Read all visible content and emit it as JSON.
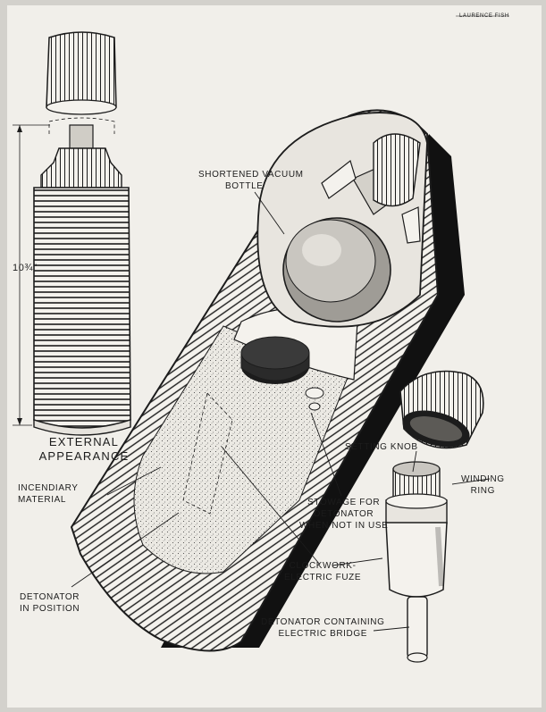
{
  "signature": "LAURENCE FISH",
  "dimension": "10¾\"",
  "labels": {
    "external_1": "EXTERNAL",
    "external_2": "APPEARANCE",
    "vacuum_1": "SHORTENED VACUUM",
    "vacuum_2": "BOTTLE",
    "incendiary_1": "INCENDIARY",
    "incendiary_2": "MATERIAL",
    "setting_knob": "SETTING KNOB",
    "winding_1": "WINDING",
    "winding_2": "RING",
    "stowage_1": "STOWAGE FOR",
    "stowage_2": "DETONATOR",
    "stowage_3": "WHEN NOT IN USE",
    "fuze_1": "CLOCKWORK-",
    "fuze_2": "ELECTRIC FUZE",
    "det_pos_1": "DETONATOR",
    "det_pos_2": "IN POSITION",
    "det_bridge_1": "DETONATOR CONTAINING",
    "det_bridge_2": "ELECTRIC BRIDGE"
  },
  "colors": {
    "board": "#f1efea",
    "ink": "#1c1c1c",
    "shadow": "#111111"
  }
}
